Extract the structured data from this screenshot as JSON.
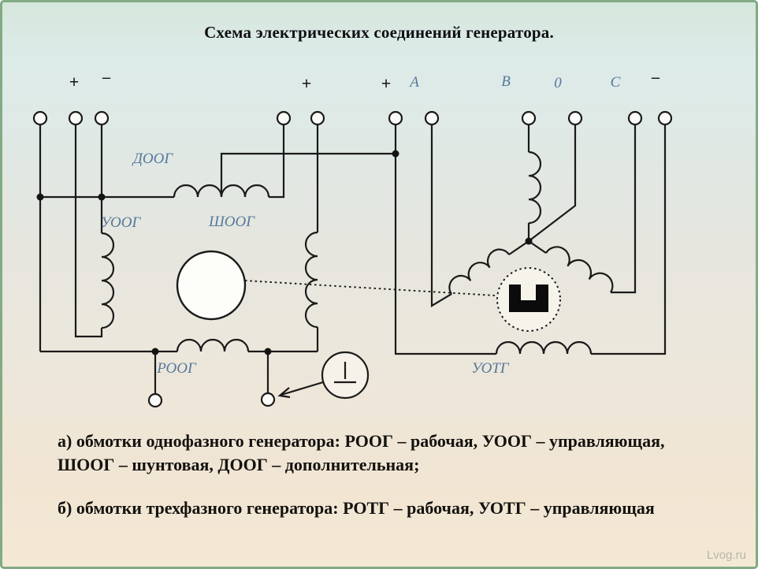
{
  "title": "Схема электрических соединений генератора.",
  "watermark": "Lvog.ru",
  "colors": {
    "wire": "#1a1a1a",
    "label_blue": "#56789b",
    "border_green": "#82aa84",
    "watermark_gray": "#b5b5a8",
    "text_black": "#13120f"
  },
  "diagram": {
    "terminal_labels": [
      {
        "text": "+"
      },
      {
        "text": "–"
      },
      {
        "text": "+"
      },
      {
        "text": "+"
      },
      {
        "text": "А"
      },
      {
        "text": "В"
      },
      {
        "text": "0"
      },
      {
        "text": "С"
      },
      {
        "text": "–"
      }
    ],
    "winding_labels": [
      {
        "text": "ДООГ"
      },
      {
        "text": "УООГ"
      },
      {
        "text": "ШООГ"
      },
      {
        "text": "РООГ"
      },
      {
        "text": "УОТГ"
      }
    ]
  },
  "caption": {
    "para_a_line1": "а) обмотки однофазного генератора: РООГ – рабочая, УООГ – управляющая,",
    "para_a_line2": "ШООГ – шунтовая, ДООГ – дополнительная;",
    "para_b": "б) обмотки трехфазного генератора: РОТГ – рабочая, УОТГ – управляющая"
  }
}
